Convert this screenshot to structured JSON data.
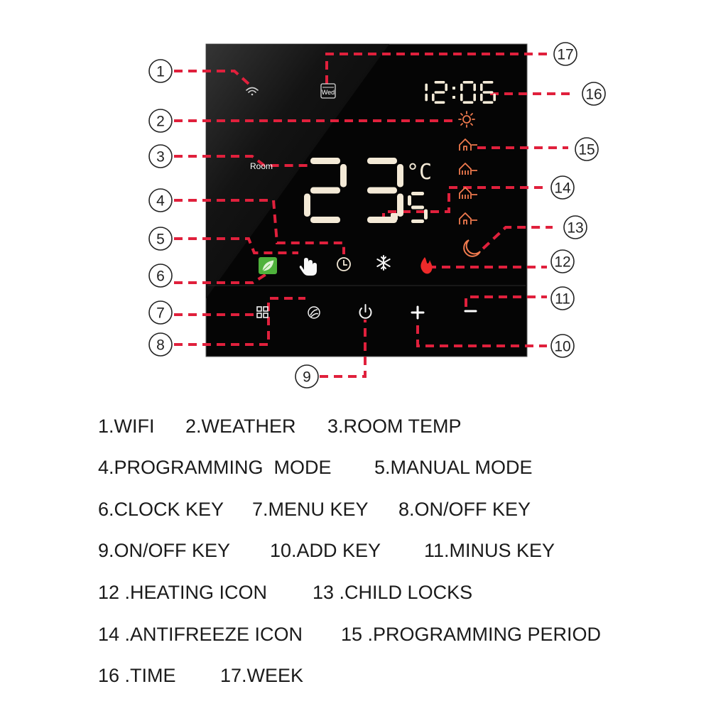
{
  "panel": {
    "room_label": "Room",
    "week_label": "Wed",
    "time": "12:06",
    "temperature_integer": "23",
    "temperature_decimal": "5",
    "temperature_unit": "°C"
  },
  "colors": {
    "panel": "#050505",
    "panel_edge": "#5b5b5b",
    "accent_orange": "#f07a4e",
    "leaf_green": "#4fb23c",
    "flame_red": "#ee2a2a",
    "callout_red": "#e0203c",
    "segment": "#f4ead7"
  },
  "icons": [
    "wifi-icon",
    "week-icon",
    "weather-sun-icon",
    "programming-period-icon",
    "antifreeze-icon",
    "child-lock-moon-icon",
    "heating-flame-icon",
    "snowflake-icon",
    "clock-icon",
    "hand-icon",
    "leaf-icon",
    "menu-grid-icon",
    "spiral-icon",
    "power-icon",
    "plus-icon",
    "minus-icon"
  ],
  "callouts": [
    "1",
    "2",
    "3",
    "4",
    "5",
    "6",
    "7",
    "8",
    "9",
    "10",
    "11",
    "12",
    "13",
    "14",
    "15",
    "16",
    "17"
  ],
  "legend": [
    [
      "1.WIFI",
      "2.WEATHER",
      "3.ROOM TEMP"
    ],
    [
      "4.PROGRAMMING  MODE",
      "5.MANUAL MODE"
    ],
    [
      "6.CLOCK KEY",
      "7.MENU KEY",
      "8.ON/OFF KEY"
    ],
    [
      "9.ON/OFF KEY",
      "10.ADD KEY",
      "11.MINUS KEY"
    ],
    [
      "12 .HEATING ICON",
      "13 .CHILD LOCKS"
    ],
    [
      "14 .ANTIFREEZE ICON",
      "15 .PROGRAMMING PERIOD"
    ],
    [
      "16 .TIME",
      "17.WEEK"
    ]
  ]
}
